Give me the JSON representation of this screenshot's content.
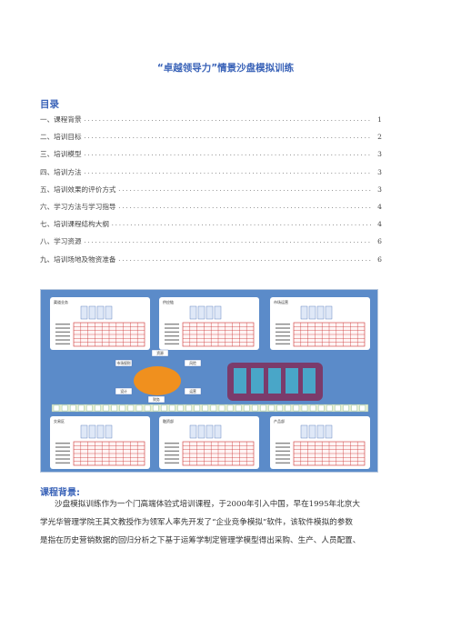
{
  "document": {
    "title": "“卓越领导力”情景沙盘模拟训练",
    "toc_heading": "目录",
    "toc": [
      {
        "label": "一、课程背景",
        "page": "1"
      },
      {
        "label": "二、培训目标",
        "page": "2"
      },
      {
        "label": "三、培训模型",
        "page": "3"
      },
      {
        "label": "四、培训方法",
        "page": "3"
      },
      {
        "label": "五、培训效果的评价方式",
        "page": "3"
      },
      {
        "label": "六、学习方法与学习指导",
        "page": "4"
      },
      {
        "label": "七、培训课程结构大纲",
        "page": "4"
      },
      {
        "label": "八、学习资源",
        "page": "6"
      },
      {
        "label": "九、培训场地及物资准备",
        "page": "6"
      }
    ],
    "section_heading": "课程背景:",
    "paragraph_lines": [
      "沙盘模拟训练作为一个门高端体验式培训课程，于2000年引入中国，早在1995年北京大",
      "学光华管理学院王其文教授作为领军人率先开发了“企业竞争模拟”软件，该软件模拟的参数",
      "是指在历史营销数据的回归分析之下基于运筹学制定管理学模型得出采购、生产、人员配置、"
    ]
  },
  "figure": {
    "panel_titles": [
      "渠道业务",
      "供应链",
      "市场运营",
      "交易区",
      "融资部",
      "产品部"
    ],
    "center_labels": [
      "市场规则",
      "资源",
      "风险",
      "设计",
      "运营",
      "财务"
    ],
    "colors": {
      "board": "#5b8bc9",
      "panel": "#ffffff",
      "grid": "#cc3333",
      "center": "#f0901e",
      "dark_panel": "#7b3b6b",
      "card": "#49a6c8",
      "timeline": "#e6eecf"
    }
  }
}
